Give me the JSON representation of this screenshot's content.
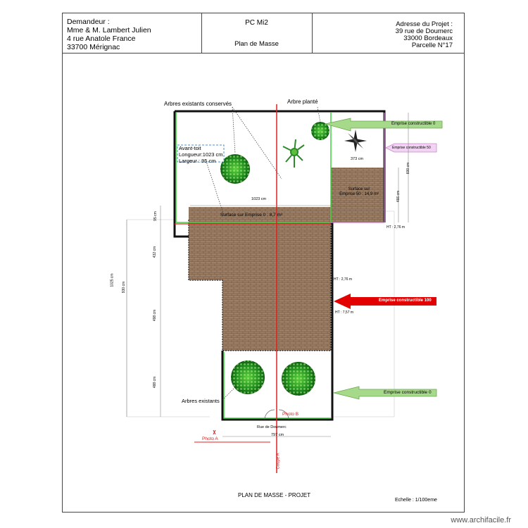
{
  "header": {
    "applicant_title": "Demandeur :",
    "applicant_name": "Mme & M. Lambert Julien",
    "applicant_street": "4 rue Anatole France",
    "applicant_city": "33700 Mérignac",
    "doc_code": "PC Mi2",
    "doc_title": "Plan de Masse",
    "project_title": "Adresse du Projet :",
    "project_street": "39 rue de Doumerc",
    "project_city": "33000 Bordeaux",
    "project_parcel": "Parcelle N°17"
  },
  "plan": {
    "trees_kept": "Arbres existants conservés",
    "tree_planted": "Arbre planté",
    "eave_box": [
      "Avant-toit",
      "Longueur:1023 cm",
      "Largeur : 95 cm"
    ],
    "dim_1023": "1023 cm",
    "dim_373": "373 cm",
    "dim_600": "600 cm",
    "dim_466": "466 cm",
    "dim_95": "95 cm",
    "dim_432": "432 cm",
    "dim_1025": "1025 cm",
    "dim_930": "930 cm",
    "dim_498": "498 cm",
    "dim_488": "488 cm",
    "dim_797": "797 cm",
    "surface_50": [
      "Surface sur",
      "Emprise 50 : 14,9 m²"
    ],
    "surface_0": "Surface sur Emprise 0 : 8,7 m²",
    "h_276_a": "HT : 2,76 m",
    "h_276_b": "HT : 2,76 m",
    "h_757": "HT : 7,57 m",
    "emprise_0_top": "Emprise constructible 0",
    "emprise_50": "Emprise constructible 50",
    "emprise_100": "Emprise constructible 100",
    "emprise_0_bottom": "Emprise constructible 0",
    "trees_existing": "Arbres existants",
    "photo_a": "Photo A",
    "photo_b": "Photo B",
    "street": "Rue de Doumerc",
    "coupe": "Coupe A",
    "plan_title": "PLAN DE MASSE - PROJET",
    "scale": "Echelle : 1/100eme"
  },
  "footer": {
    "site": "www.archifacile.fr"
  },
  "colors": {
    "roof": "#9b7d63",
    "green_line": "#3ad43a",
    "red_axis": "#e02020",
    "pink_arrow": "#f3d3f3"
  }
}
